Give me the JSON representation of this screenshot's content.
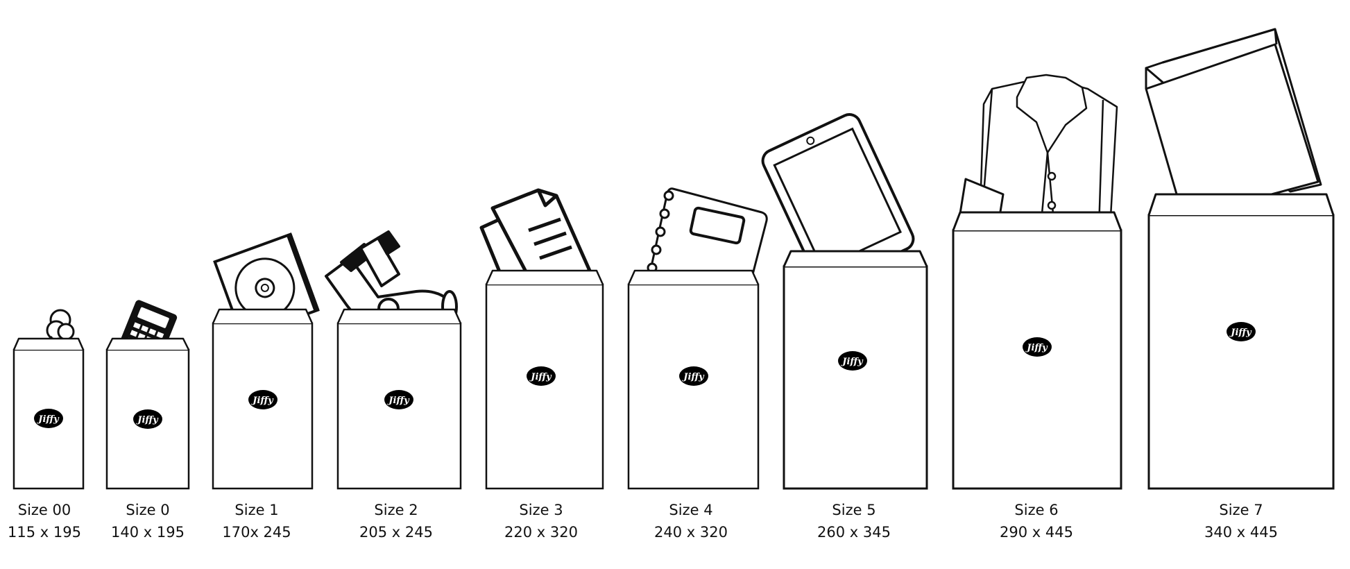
{
  "brand": "Jiffy",
  "colors": {
    "stroke": "#111111",
    "paper": "#ffffff",
    "logo_bg": "#000000",
    "logo_text": "#ffffff"
  },
  "envelopes": [
    {
      "name": "Size 00",
      "dims": "115 x 195",
      "item_icon": "keys-icon"
    },
    {
      "name": "Size 0",
      "dims": "140 x 195",
      "item_icon": "calculator-icon"
    },
    {
      "name": "Size 1",
      "dims": "170x 245",
      "item_icon": "cd-case-icon"
    },
    {
      "name": "Size 2",
      "dims": "205 x 245",
      "item_icon": "socks-icon"
    },
    {
      "name": "Size 3",
      "dims": "220 x 320",
      "item_icon": "documents-icon"
    },
    {
      "name": "Size 4",
      "dims": "240 x 320",
      "item_icon": "notebook-icon"
    },
    {
      "name": "Size 5",
      "dims": "260 x 345",
      "item_icon": "tablet-icon"
    },
    {
      "name": "Size 6",
      "dims": "290 x 445",
      "item_icon": "shirt-icon"
    },
    {
      "name": "Size 7",
      "dims": "340 x 445",
      "item_icon": "folder-icon"
    }
  ]
}
